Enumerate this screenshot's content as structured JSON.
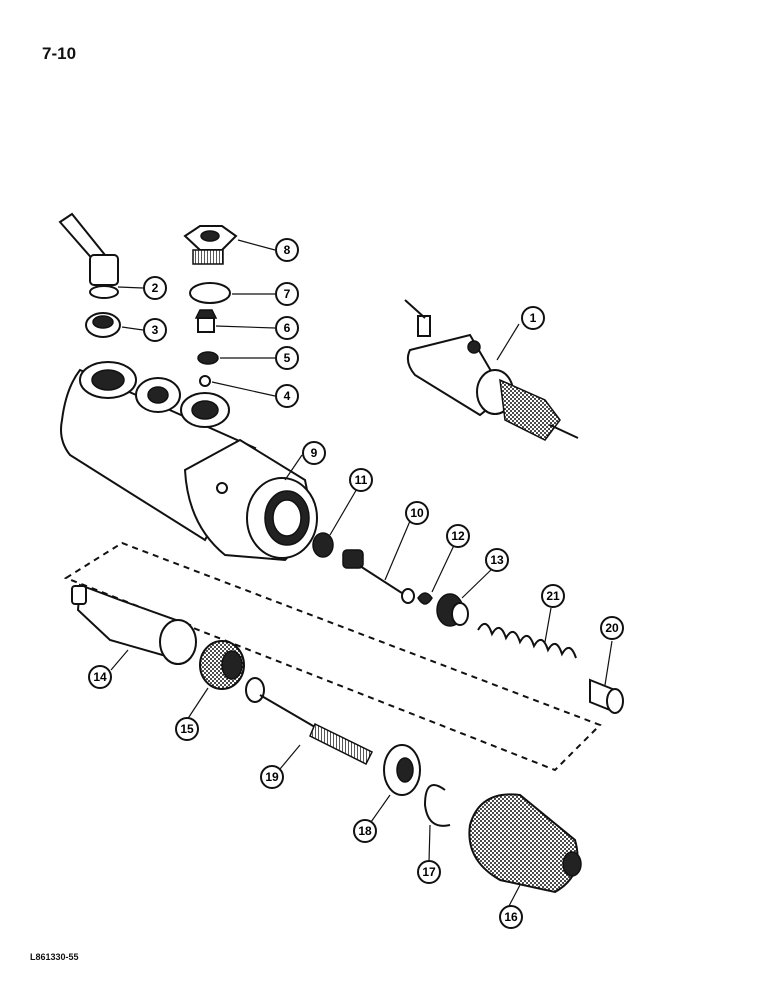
{
  "page": {
    "page_number": "7-10",
    "figure_code": "L861330-55"
  },
  "callouts": [
    "1",
    "2",
    "3",
    "4",
    "5",
    "6",
    "7",
    "8",
    "9",
    "10",
    "11",
    "12",
    "13",
    "14",
    "15",
    "16",
    "17",
    "18",
    "19",
    "20",
    "21"
  ]
}
